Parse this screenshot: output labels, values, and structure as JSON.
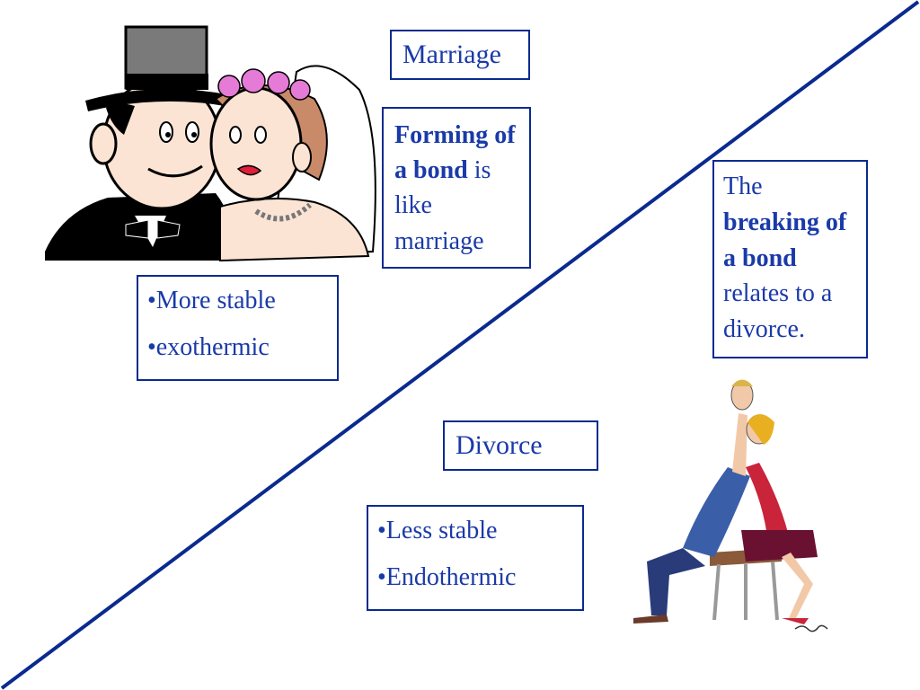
{
  "marriage_label": "Marriage",
  "forming": {
    "bold": "Forming of a bond",
    "rest": "is like marriage"
  },
  "marriage_props": [
    "•More stable",
    "•exothermic"
  ],
  "breaking": {
    "pre": "The",
    "bold": "breaking of a bond",
    "rest": "relates to a divorce."
  },
  "divorce_label": "Divorce",
  "divorce_props": [
    "•Less stable",
    "•Endothermic"
  ],
  "colors": {
    "line": "#0a2a8f",
    "box_border": "#0a2a8f",
    "text": "#1a3aa8"
  },
  "icons": [
    "bride-and-groom-illustration",
    "couple-fighting-illustration"
  ],
  "signature": "Cartoon signature"
}
